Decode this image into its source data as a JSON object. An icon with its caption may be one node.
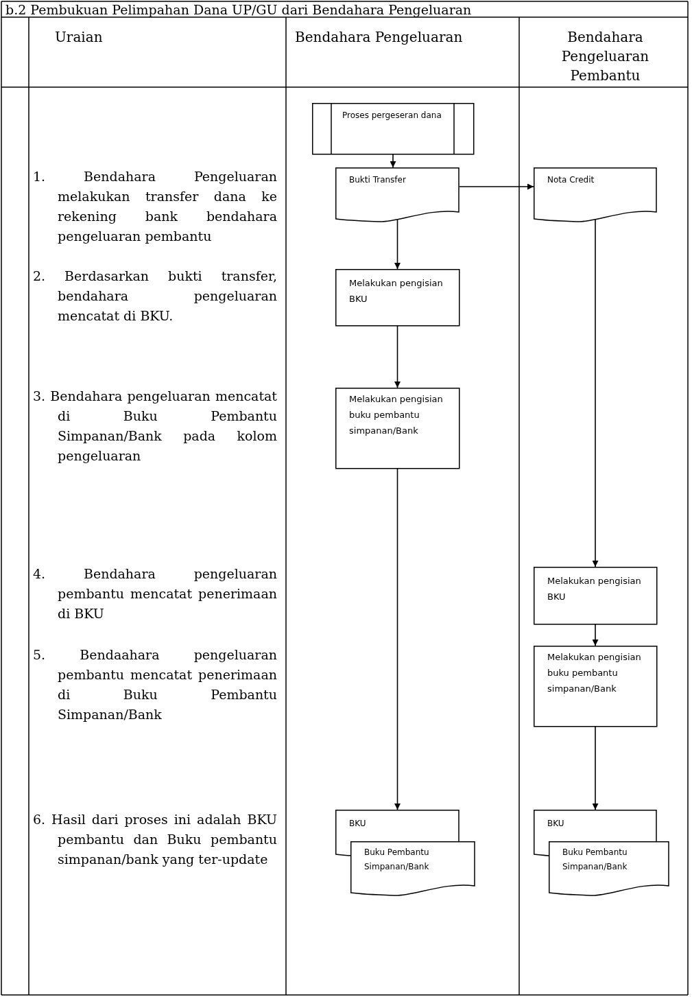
{
  "diagram": {
    "title": "b.2 Pembukuan Pelimpahan Dana UP/GU dari Bendahara Pengeluaran",
    "nodes": [
      {
        "text": [
          "Proses pergeseran dana"
        ]
      },
      {
        "text": [
          "Bukti Transfer"
        ]
      },
      {
        "text": [
          "Nota Credit"
        ]
      },
      {
        "text": [
          "Melakukan pengisian BKU"
        ]
      },
      {
        "text": [
          "Melakukan pengisian buku pembantu simpanan/Bank"
        ]
      },
      {
        "text": [
          "Melakukan pengisian BKU"
        ]
      },
      {
        "text": [
          "Melakukan pengisian buku pembantu simpanan/Bank"
        ]
      },
      {
        "text": [
          "BKU"
        ]
      },
      {
        "text": [
          "Buku Pembantu Simpanan/Bank"
        ]
      },
      {
        "text": [
          "BKU"
        ]
      },
      {
        "text": [
          "Buku Pembantu Simpanan/Bank"
        ]
      }
    ],
    "edges": [
      {
        "from": 0,
        "to": 1,
        "arrow": "to"
      },
      {
        "from": 1,
        "to": 2,
        "arrow": "to"
      },
      {
        "from": 1,
        "to": 3,
        "arrow": "to"
      },
      {
        "from": 3,
        "to": 4,
        "arrow": "to"
      },
      {
        "from": 4,
        "to": 7,
        "arrow": "to"
      },
      {
        "from": 2,
        "to": 5,
        "arrow": "to"
      },
      {
        "from": 5,
        "to": 6,
        "arrow": "to"
      },
      {
        "from": 6,
        "to": 9,
        "arrow": "to"
      }
    ],
    "labels": [
      "Uraian",
      "Bendahara Pengeluaran",
      "Bendahara Pengeluaran Pembantu",
      "1. Bendahara Pengeluaran melakukan transfer dana ke rekening bank bendahara pengeluaran pembantu",
      "2. Berdasarkan bukti transfer, bendahara pengeluaran mencatat di BKU.",
      "3. Bendahara pengeluaran mencatat di Buku Pembantu Simpanan/Bank pada kolom pengeluaran",
      "4. Bendahara pengeluaran pembantu mencatat penerimaan di BKU",
      "5. Bendaahara pengeluaran pembantu mencatat penerimaan di Buku Pembantu Simpanan/Bank",
      "6. Hasil dari proses ini adalah BKU pembantu dan Buku pembantu simpanan/bank yang ter-update"
    ]
  }
}
